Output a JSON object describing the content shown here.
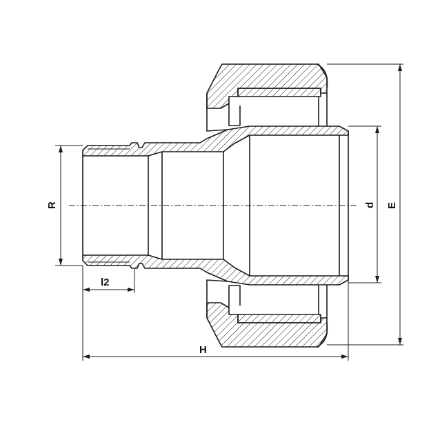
{
  "drawing": {
    "labels": {
      "R": "R",
      "d": "d",
      "E": "E",
      "H": "H",
      "l2": "l2"
    }
  }
}
